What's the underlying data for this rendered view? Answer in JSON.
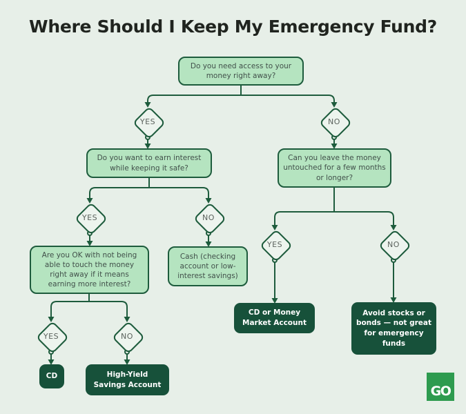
{
  "title": "Where Should I Keep My Emergency Fund?",
  "nodes": {
    "q_access": "Do you need access to your money right away?",
    "d1_yes": "YES",
    "d1_no": "NO",
    "q_interest": "Do you want to earn interest while keeping it safe?",
    "q_untouched": "Can you leave the money untouched for a few months or longer?",
    "d2_yes": "YES",
    "d2_no": "NO",
    "q_ok_touch": "Are you OK with not being able to touch the money right away if it means earning more interest?",
    "r_cash": "Cash (checking account or low-interest savings)",
    "d3_yes": "YES",
    "d3_no": "NO",
    "r_cd": "CD",
    "r_hysa": "High-Yield Savings Account",
    "d4_yes": "YES",
    "d4_no": "NO",
    "r_cd_mma": "CD or Money Market Account",
    "r_avoid": "Avoid stocks or bonds — not great for emergency funds"
  },
  "logo_text": "GO",
  "colors": {
    "background": "#e7efe8",
    "question_fill": "#b5e4c0",
    "outline": "#1d5b3c",
    "result_fill": "#17513a",
    "result_text": "#ffffff",
    "decision_text": "#5c635e",
    "question_text": "#41504a",
    "title_text": "#20241f",
    "logo_green": "#2e9b4f"
  }
}
